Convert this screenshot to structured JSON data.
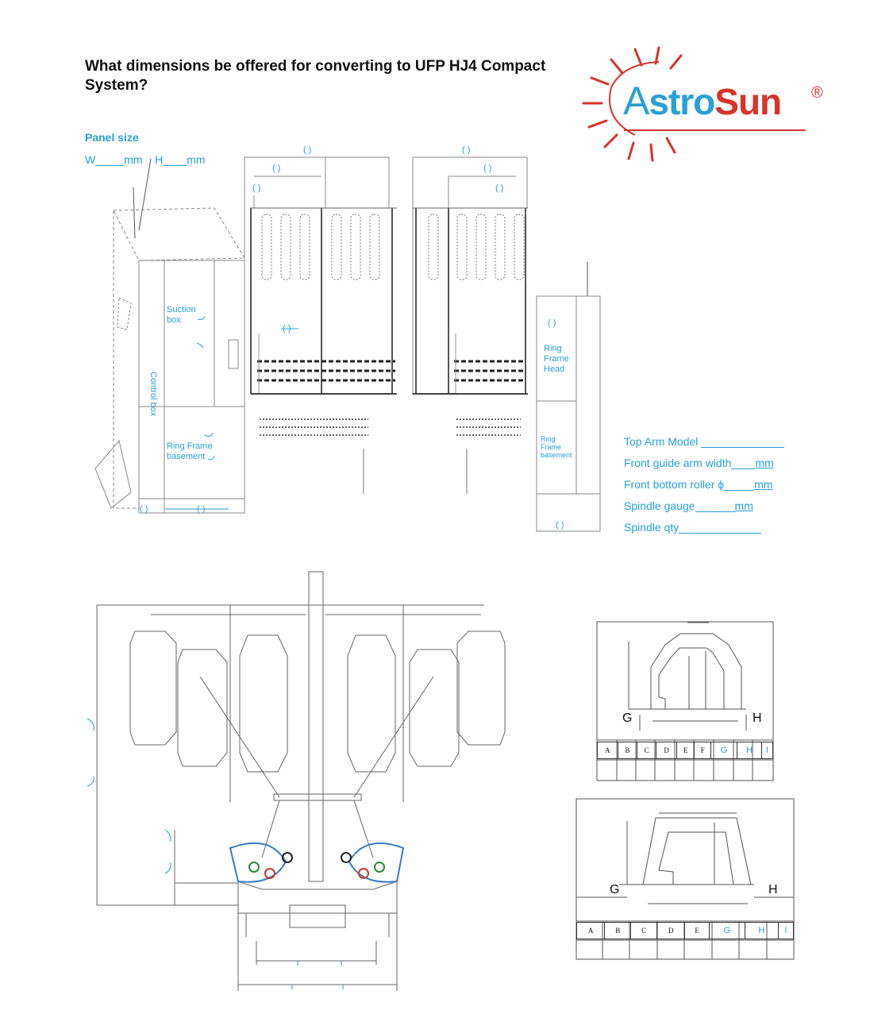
{
  "title": "What dimensions be offered for converting to UFP HJ4 Compact System?",
  "logo": {
    "first": "A",
    "middle": "stro",
    "last": "Sun",
    "registered": "®"
  },
  "panel": {
    "label": "Panel size",
    "w_prefix": "W",
    "w_unit": "mm",
    "h_prefix": "H",
    "h_unit": "mm"
  },
  "machine_labels": {
    "suction_box": "Suction box",
    "control_box": "Control box",
    "ring_frame_basement_left": "Ring Frame basement",
    "ring_frame_head": "Ring Frame Head",
    "ring_frame_basement_right": "Ring Frame basement"
  },
  "blank_marker": "(    )",
  "fields": [
    {
      "label": "Top Arm Model",
      "unit": ""
    },
    {
      "label": "Front guide arm width",
      "unit": "mm"
    },
    {
      "label": "Front bottom roller ϕ",
      "unit": "mm"
    },
    {
      "label": "Spindle gauge",
      "unit": "mm"
    },
    {
      "label": "Spindle qty",
      "unit": ""
    }
  ],
  "profile_labels": {
    "g": "G",
    "h": "H"
  },
  "table_top": {
    "headers": [
      "A",
      "B",
      "C",
      "D",
      "E",
      "F",
      "G",
      "H",
      "I"
    ],
    "highlight": [
      "G",
      "H",
      "I"
    ]
  },
  "table_bottom": {
    "headers": [
      "A",
      "B",
      "C",
      "D",
      "E",
      "G",
      "H",
      "I"
    ],
    "highlight": [
      "G",
      "H",
      "I"
    ]
  },
  "colors": {
    "accent_blue": "#2aa0d8",
    "brand_red": "#d9332b"
  }
}
